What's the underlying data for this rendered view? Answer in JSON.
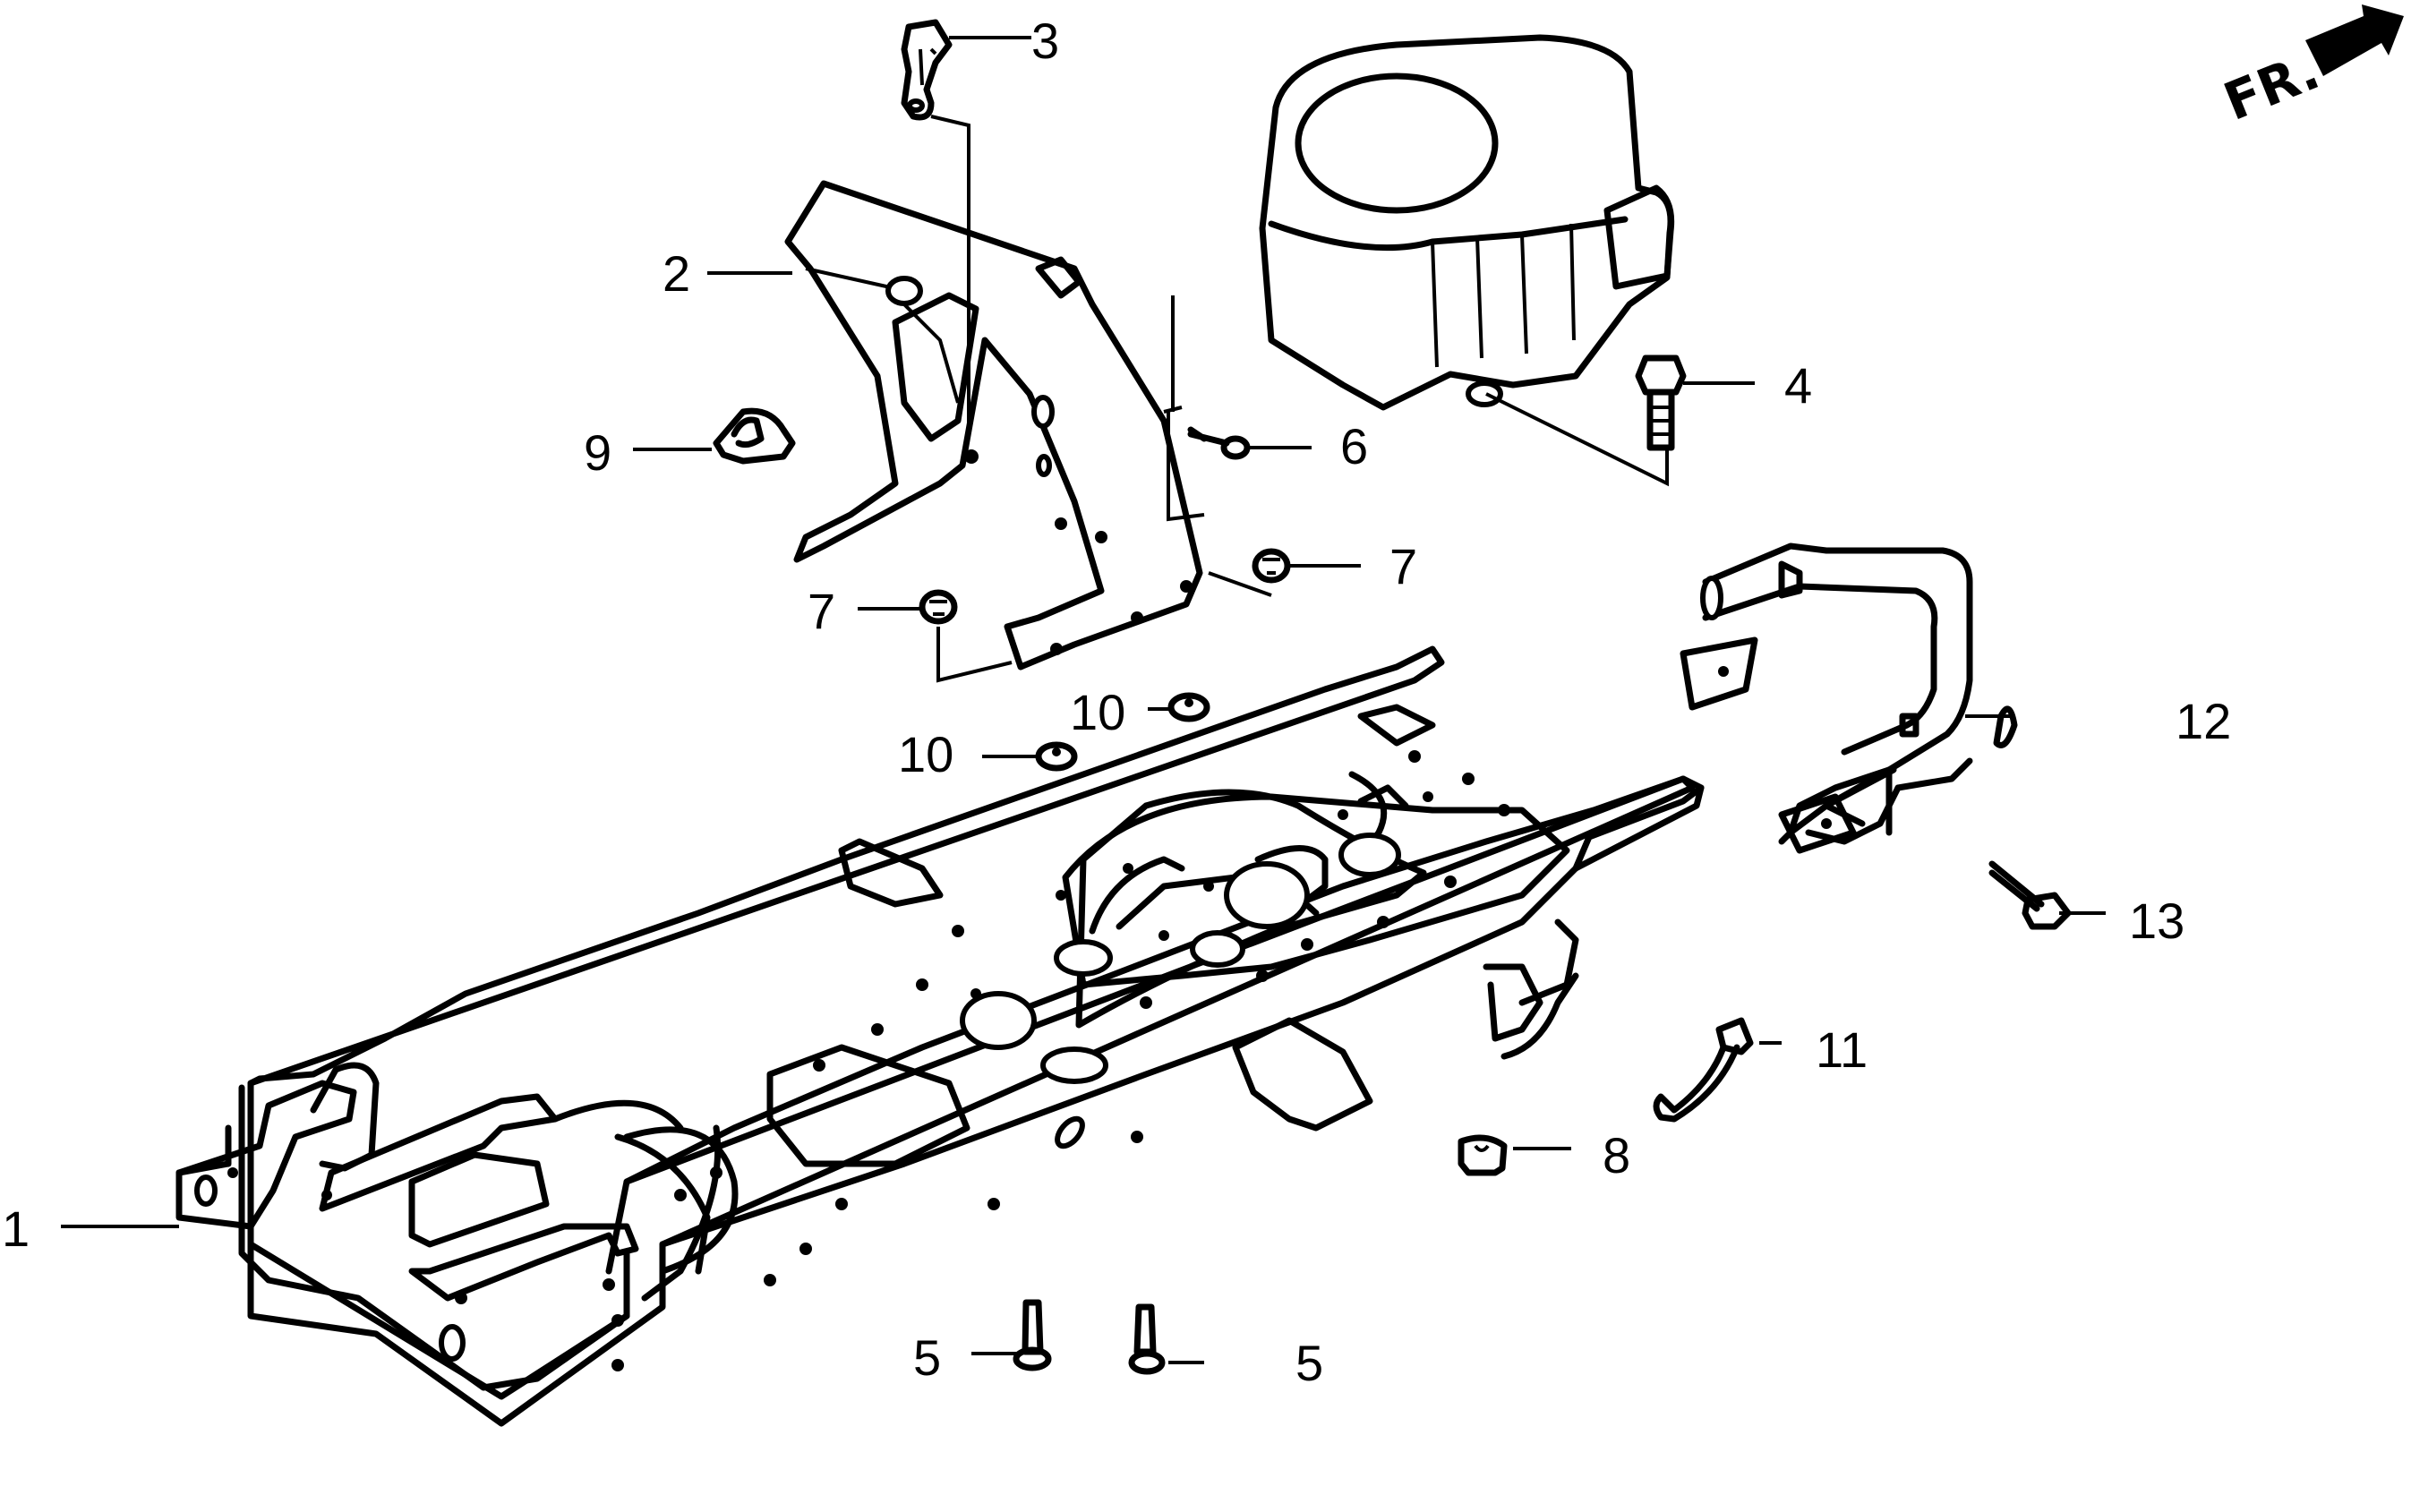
{
  "diagram": {
    "title": "Frame / Engine mount exploded view",
    "orientation_marker": {
      "text": "FR.",
      "icon": "arrow-right-icon"
    },
    "callouts": [
      {
        "id": "1",
        "label": "1",
        "part": "main-frame"
      },
      {
        "id": "2",
        "label": "2",
        "part": "engine-bracket"
      },
      {
        "id": "3",
        "label": "3",
        "part": "clip"
      },
      {
        "id": "4",
        "label": "4",
        "part": "flange-bolt"
      },
      {
        "id": "5a",
        "label": "5",
        "part": "bolt"
      },
      {
        "id": "5b",
        "label": "5",
        "part": "bolt"
      },
      {
        "id": "6",
        "label": "6",
        "part": "screw"
      },
      {
        "id": "7a",
        "label": "7",
        "part": "nut"
      },
      {
        "id": "7b",
        "label": "7",
        "part": "nut"
      },
      {
        "id": "8",
        "label": "8",
        "part": "grommet"
      },
      {
        "id": "9",
        "label": "9",
        "part": "cable-clamp"
      },
      {
        "id": "10a",
        "label": "10",
        "part": "rubber-mount"
      },
      {
        "id": "10b",
        "label": "10",
        "part": "rubber-mount"
      },
      {
        "id": "11",
        "label": "11",
        "part": "hook"
      },
      {
        "id": "12",
        "label": "12",
        "part": "bumper-frame"
      },
      {
        "id": "13",
        "label": "13",
        "part": "flange-bolt"
      }
    ]
  }
}
